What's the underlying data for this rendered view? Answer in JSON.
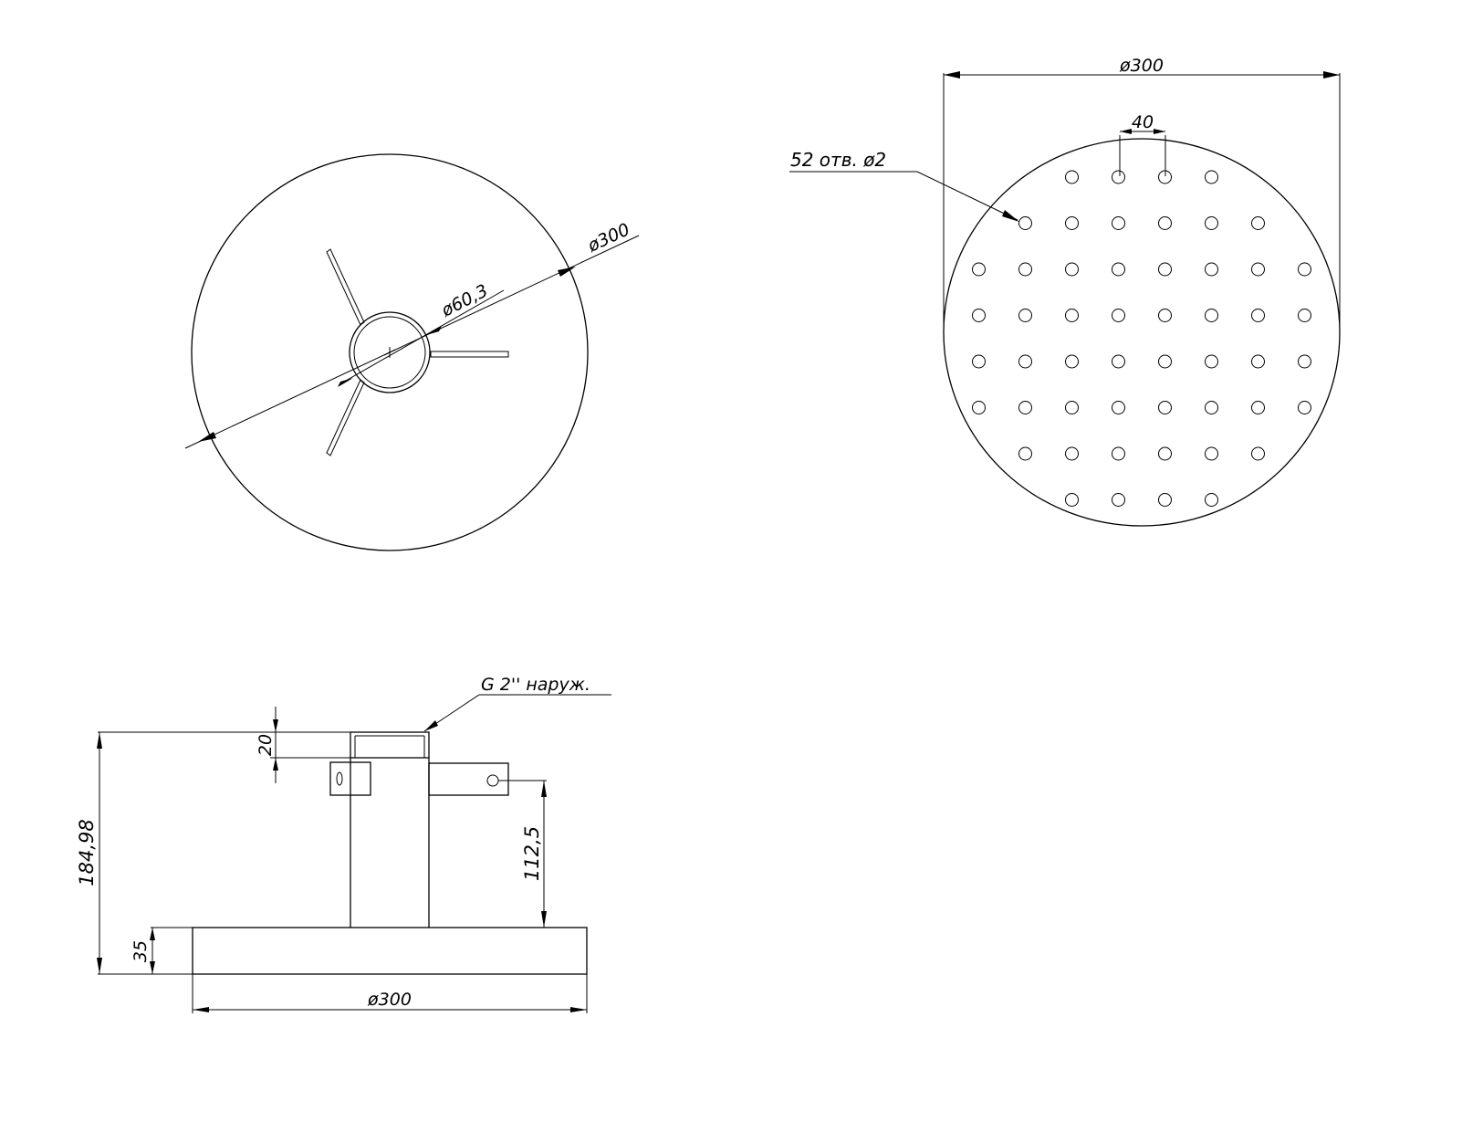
{
  "colors": {
    "line": "#000000",
    "background": "#ffffff"
  },
  "top_view": {
    "outer_diameter": "ø300",
    "pipe_diameter": "ø60,3"
  },
  "perforated_view": {
    "overall_diameter": "ø300",
    "hole_pitch": "40",
    "hole_callout": "52 отв. ø2",
    "hole_count": 52,
    "hole_rows": [
      4,
      6,
      8,
      8,
      8,
      8,
      6,
      4
    ]
  },
  "side_view": {
    "thread_callout": "G 2'' наруж.",
    "thread_length": "20",
    "overall_height": "184,98",
    "lug_height": "112,5",
    "base_thickness": "35",
    "base_diameter": "ø300"
  }
}
